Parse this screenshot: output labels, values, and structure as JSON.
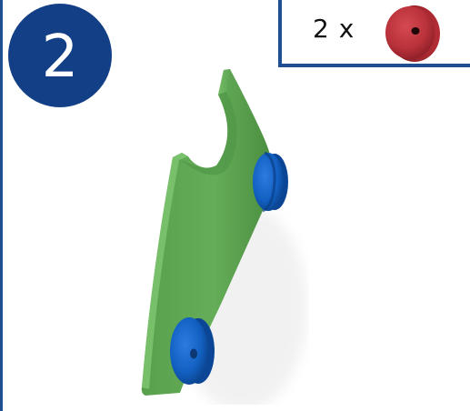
{
  "step": {
    "number": "2"
  },
  "parts": {
    "quantity_label": "2 x",
    "icon": "red-wheel-icon"
  },
  "illustration": {
    "subject": "green-triangle-board-with-two-blue-wheels"
  },
  "colors": {
    "accent_blue": "#1f4f91",
    "badge_blue": "#123f86",
    "wood_green": "#5fa453",
    "wood_green_dark": "#4a8b41",
    "wheel_blue": "#0e57b8",
    "wheel_blue_dark": "#0a3d82",
    "wheel_red": "#b9313a"
  }
}
